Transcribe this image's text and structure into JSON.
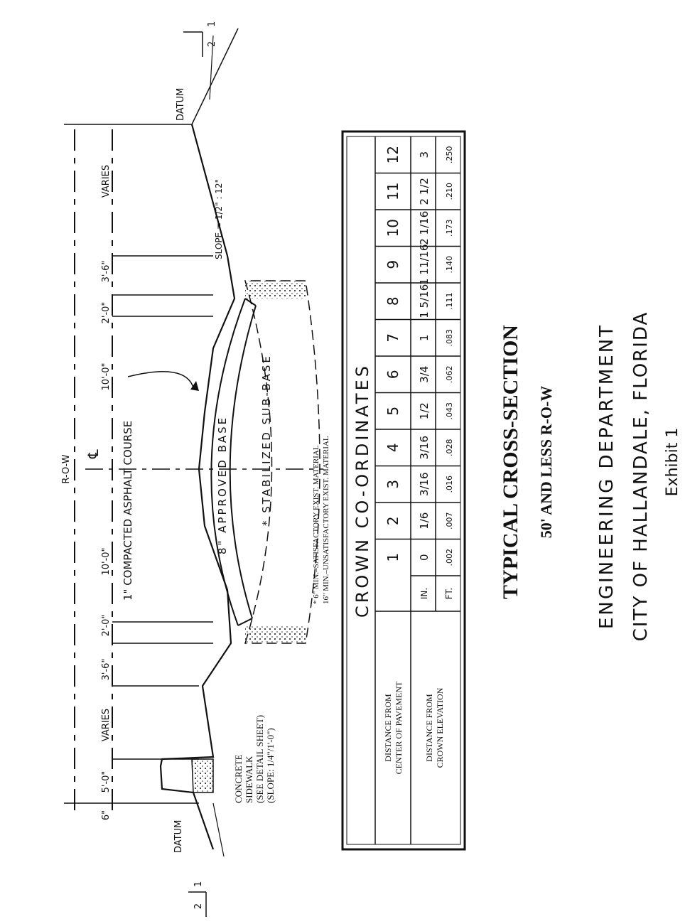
{
  "drawing": {
    "row_label": "R-O-W",
    "centerline_symbol": "℄",
    "dims": [
      "6\"",
      "5'-0\"",
      "VARIES",
      "3'-6\"",
      "2'-0\"",
      "10'-0\"",
      "10'-0\"",
      "2'-0\"",
      "3'-6\"",
      "VARIES"
    ],
    "datum_left": "DATUM",
    "datum_right": "DATUM",
    "slope_ratio_num": "2",
    "slope_ratio_den": "1",
    "slope_right": "SLOPE = 1/2\" : 12\"",
    "asphalt": "1\" COMPACTED ASPHALT COURSE",
    "base": "8\" APPROVED BASE",
    "subbase": "* STABILIZED SUB-BASE",
    "sidewalk_1": "CONCRETE",
    "sidewalk_2": "SIDEWALK",
    "sidewalk_3": "(SEE DETAIL SHEET)",
    "sidewalk_4": "(SLOPE: 1/4\"/1'-0\")",
    "note_1": "* 6\" MIN.–SATISFACTORY EXIST. MATERIAL",
    "note_2": "16\" MIN.–UNSATISFACTORY EXIST. MATERIAL"
  },
  "table": {
    "title": "CROWN  CO-ORDINATES",
    "row1_label_1": "DISTANCE FROM",
    "row1_label_2": "CENTER OF PAVEMENT",
    "row2_label_1": "DISTANCE FROM",
    "row2_label_2": "CROWN ELEVATION",
    "unit_in": "IN.",
    "unit_ft": "FT.",
    "distance": [
      "1",
      "2",
      "3",
      "4",
      "5",
      "6",
      "7",
      "8",
      "9",
      "10",
      "11",
      "12"
    ],
    "inches": [
      "0",
      "1/6",
      "3/16",
      "3/16",
      "1/2",
      "3/4",
      "1",
      "1 5/16",
      "1 11/16",
      "2 1/16",
      "2 1/2",
      "3"
    ],
    "feet": [
      ".002",
      ".007",
      ".016",
      ".028",
      ".043",
      ".062",
      ".083",
      ".111",
      ".140",
      ".173",
      ".210",
      ".250"
    ]
  },
  "caption": {
    "title": "TYPICAL CROSS-SECTION",
    "subtitle": "50' AND LESS R-O-W",
    "dept": "ENGINEERING    DEPARTMENT",
    "city": "CITY OF HALLANDALE, FLORIDA",
    "exhibit": "Exhibit 1"
  }
}
